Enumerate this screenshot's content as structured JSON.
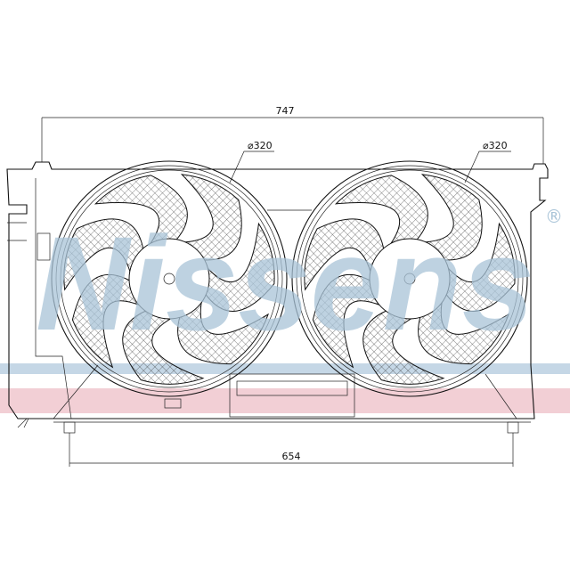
{
  "watermark": {
    "brand": "Nissens",
    "registered_mark": "®",
    "brand_color": "#a9c4d8",
    "band_blue": "#b7cde0",
    "band_pink": "#efc3cb"
  },
  "dimensions": {
    "overall_width": "747",
    "mount_width": "654",
    "left_fan_diameter": "⌀320",
    "right_fan_diameter": "⌀320"
  },
  "fans": {
    "blade_count": 7
  }
}
